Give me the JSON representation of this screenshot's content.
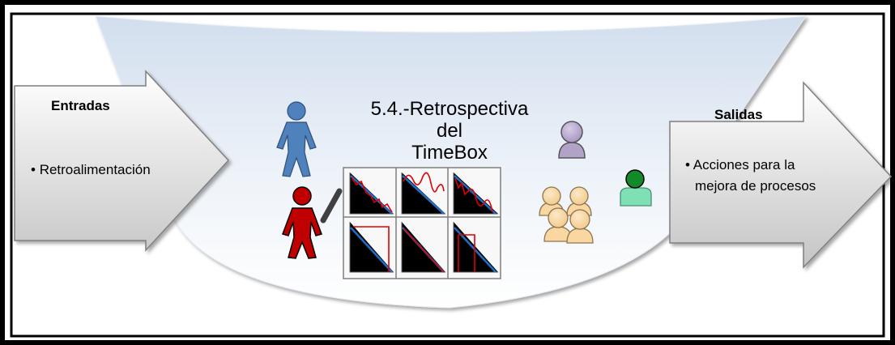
{
  "title": {
    "line1": "5.4.-Retrospectiva",
    "line2": "del",
    "line3": "TimeBox"
  },
  "inputs": {
    "heading": "Entradas",
    "bullet": "•",
    "item": "Retroalimentación"
  },
  "outputs": {
    "heading": "Salidas",
    "bullet": "•",
    "item_line1": "Acciones para la",
    "item_line2": "mejora de procesos"
  },
  "icons": [
    "person-blue-icon",
    "person-red-icon-with-pen",
    "user-purple-icon",
    "user-green-icon",
    "group-users-icon",
    "charts-grid-icon"
  ],
  "colors": {
    "frame": "#000000",
    "arrow_fill_light": "#ffffff",
    "arrow_fill_dark": "#c8c8c8",
    "center_shape_top": "#d9e4f1",
    "person_blue": "#4f81bd",
    "person_red": "#c00000",
    "user_purple": "#b3a2c7",
    "user_green": "#77dbb0",
    "group_users": "#fad7a0",
    "chart_line_blue": "#1f6fc5",
    "chart_line_red": "#e00000"
  }
}
